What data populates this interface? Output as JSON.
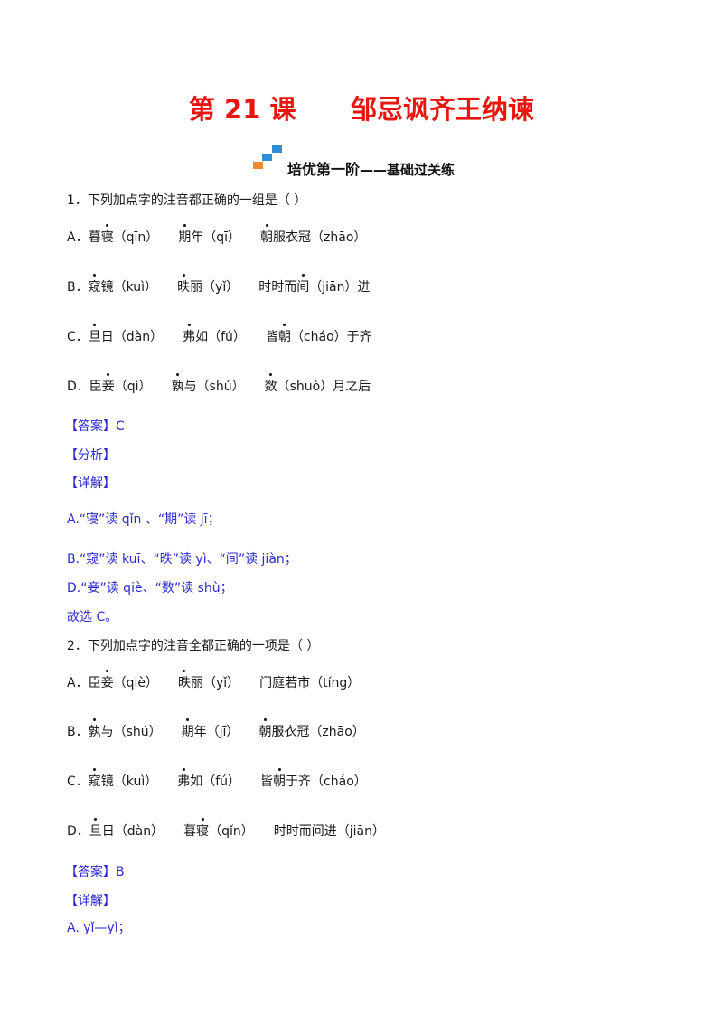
{
  "lesson": {
    "title": "第 21 课      邹忌讽齐王纳谏",
    "section_title_a": "培优第一阶",
    "section_title_b": "——基础过关练"
  },
  "q1": {
    "stem": "1．下列加点字的注音都正确的一组是（    ）",
    "a_label": "A．暮",
    "a_c1": "寝",
    "a_p1": "（qīn）",
    "a_c2": "期",
    "a_p2": "年（qī）",
    "a_c3": "朝",
    "a_p3": "服衣冠（zhāo）",
    "b_label": "B．",
    "b_c1": "窥",
    "b_p1": "镜（kuì）",
    "b_c2": "昳",
    "b_p2": "丽（yǐ）",
    "b_t3": "时时而",
    "b_c3": "间",
    "b_p3": "（jiān）进",
    "c_label": "C．",
    "c_c1": "旦",
    "c_p1": "日（dàn）",
    "c_c2": "弗",
    "c_p2": "如（fú）",
    "c_t3": "皆",
    "c_c3": "朝",
    "c_p3": "（cháo）于齐",
    "d_label": "D．臣",
    "d_c1": "妾",
    "d_p1": "（qì）",
    "d_c2": "孰",
    "d_p2": "与（shú）",
    "d_c3": "数",
    "d_p3": "（shuò）月之后",
    "answer": "【答案】C",
    "analysis": "【分析】",
    "explain": "【详解】",
    "exp_a": "A.“寝”读 qǐn 、“期”读 jī；",
    "exp_b": "B.“窥”读 kuī、“昳”读 yì、“间”读 jiàn；",
    "exp_d": "D.“妾”读 qiè、“数”读 shù；",
    "conclusion": "故选 C。"
  },
  "q2": {
    "stem": "2．下列加点字的注音全都正确的一项是（    ）",
    "a_label": "A．臣",
    "a_c1": "妾",
    "a_p1": "（qiè）",
    "a_c2": "昳",
    "a_p2": "丽（yǐ）",
    "a_t3": "门庭若市（tíng）",
    "b_label": "B．",
    "b_c1": "孰",
    "b_p1": "与（shú）",
    "b_c2": "期",
    "b_p2": "年（jī）",
    "b_c3": "朝",
    "b_p3": "服衣冠（zhāo）",
    "c_label": "C．",
    "c_c1": "窥",
    "c_p1": "镜（kuì）",
    "c_c2": "弗",
    "c_p2": "如（fú）",
    "c_t3": "皆",
    "c_c3": "朝",
    "c_p3": "于齐（cháo）",
    "d_label": "D．",
    "d_c1": "旦",
    "d_p1": "日（dàn）",
    "d_t2": "暮",
    "d_c2": "寝",
    "d_p2": "（qǐn）",
    "d_t3": "时时而间进（jiān）",
    "answer": "【答案】B",
    "explain": "【详解】",
    "exp_a": "A. yǐ—yì；"
  },
  "colors": {
    "title": "#e8150f",
    "blue": "#2b2bd1",
    "icon_blue": "#2e8fd6",
    "icon_orange": "#f08a2a"
  }
}
